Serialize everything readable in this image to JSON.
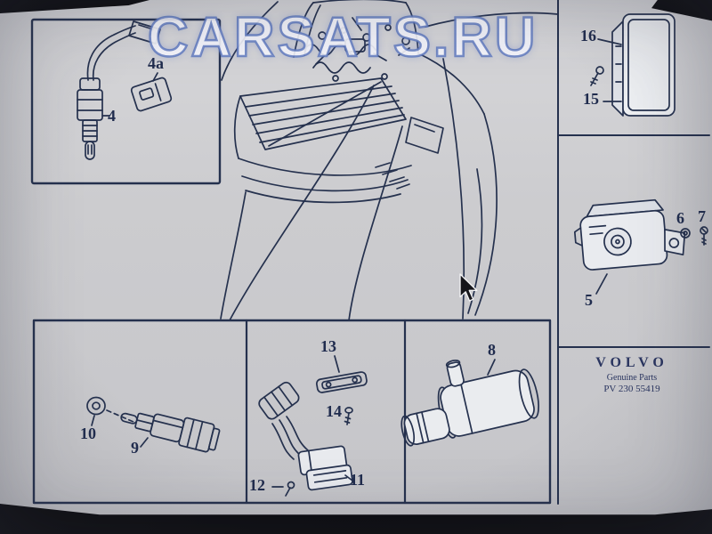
{
  "watermark": {
    "text": "CARSATS.RU"
  },
  "branding": {
    "brand": "VOLVO",
    "subtitle": "Genuine Parts",
    "part_ref": "PV 230 55419"
  },
  "callouts": {
    "c4": "4",
    "c4a": "4a",
    "c5": "5",
    "c6": "6",
    "c7": "7",
    "c8": "8",
    "c9": "9",
    "c10": "10",
    "c11": "11",
    "c12": "12",
    "c13": "13",
    "c14": "14",
    "c15": "15",
    "c16": "16"
  },
  "colors": {
    "ink": "#25314e",
    "watermark_fill": "#fbfbff",
    "watermark_outline": "#5a76be",
    "background": "#cbcbcf",
    "photo_edge": "#0b0b0e"
  },
  "icons": {
    "cursor": "arrow-pointer"
  }
}
